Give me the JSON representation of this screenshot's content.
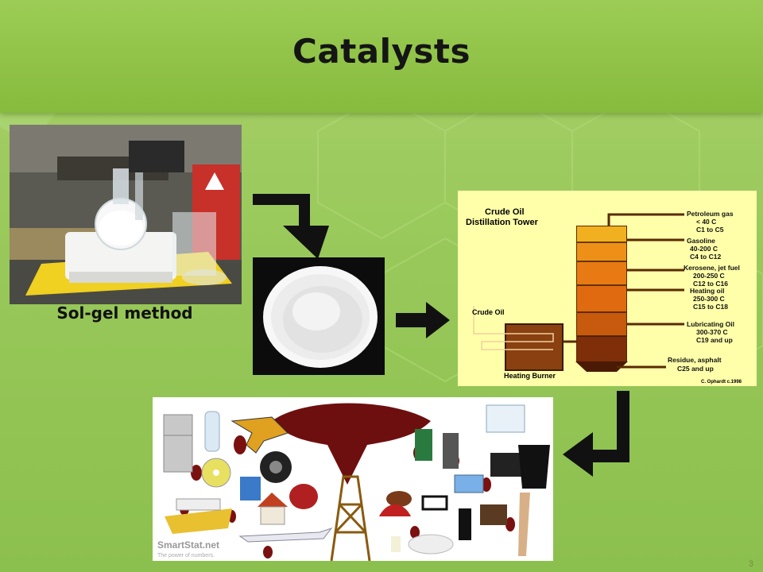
{
  "slide": {
    "title": "Catalysts",
    "page_number": "3"
  },
  "sol_gel": {
    "caption": "Sol-gel method"
  },
  "distillation": {
    "title_line1": "Crude Oil",
    "title_line2": "Distillation Tower",
    "crude_oil_label": "Crude Oil",
    "burner_label": "Heating Burner",
    "credit": "C. Ophardt c.1998",
    "fractions": [
      {
        "name": "Petroleum gas",
        "temp": "< 40 C",
        "carbon": "C1 to C5"
      },
      {
        "name": "Gasoline",
        "temp": "40-200 C",
        "carbon": "C4 to C12"
      },
      {
        "name": "Kerosene, jet fuel",
        "temp": "200-250 C",
        "carbon": "C12 to C16"
      },
      {
        "name": "Heating oil",
        "temp": "250-300 C",
        "carbon": "C15 to C18"
      },
      {
        "name": "Lubricating Oil",
        "temp": "300-370 C",
        "carbon": "C19 and up"
      },
      {
        "name": "Residue, asphalt",
        "temp": "",
        "carbon": "C25 and up"
      }
    ]
  },
  "products": {
    "watermark": "SmartStat.net",
    "watermark_sub": "The power of numbers."
  },
  "colors": {
    "background": "#98c85a",
    "header": "#8cc248",
    "arrow": "#111111",
    "tower_fill": "#d86a10",
    "diagram_bg": "#ffffaa"
  }
}
